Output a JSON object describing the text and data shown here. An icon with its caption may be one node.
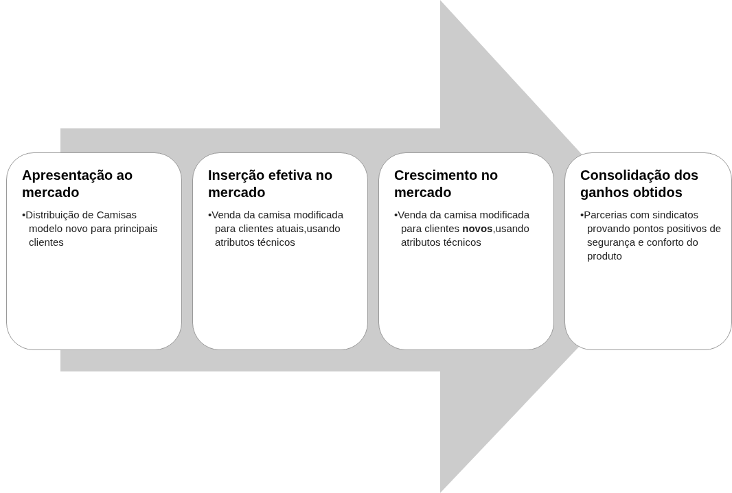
{
  "diagram": {
    "nodes": [
      {
        "text": [
          "Apresentação ao mercado",
          "•Distribuição de Camisas modelo novo para principais clientes"
        ]
      },
      {
        "text": [
          "Inserção efetiva no mercado",
          "•Venda da camisa modificada para clientes atuais,usando atributos técnicos"
        ]
      },
      {
        "text": [
          "Crescimento no mercado",
          "•Venda da camisa modificada para clientes **novos**,usando atributos técnicos"
        ]
      },
      {
        "text": [
          "Consolidação dos ganhos obtidos",
          "•Parcerias com sindicatos provando pontos positivos de segurança e conforto do produto"
        ]
      }
    ],
    "edges": [
      {
        "from": 0,
        "to": 3,
        "arrow": "to"
      }
    ]
  }
}
